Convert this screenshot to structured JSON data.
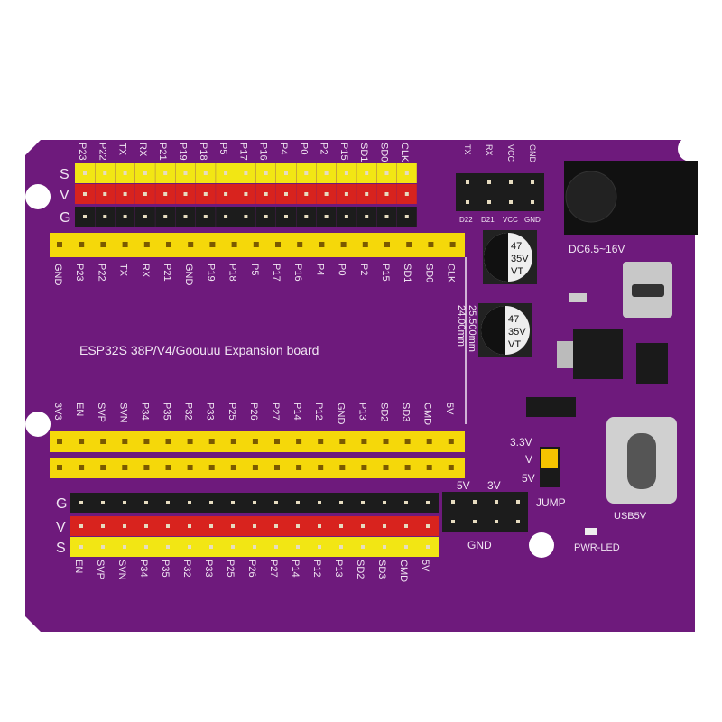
{
  "board": {
    "title": "ESP32S 38P/V4/Goouuu Expansion board",
    "dim_outer": "25.500mm",
    "dim_inner": "24.00mm",
    "dc_label": "DC6.5~16V",
    "usb_label": "USB5V",
    "pwr_led_label": "PWR-LED",
    "jump_label": "JUMP",
    "jump_options": [
      "3.3V",
      "V",
      "5V"
    ],
    "small_header_top": [
      "5V",
      "3V"
    ],
    "small_header_bottom": "GND",
    "uart_top": [
      "TX",
      "RX",
      "VCC",
      "GND"
    ],
    "uart_bottom": [
      "D22",
      "D21",
      "VCC",
      "GND"
    ],
    "cap_label": [
      "47",
      "35V",
      "VT"
    ],
    "row_letters_top": [
      "S",
      "V",
      "G"
    ],
    "row_letters_bottom": [
      "G",
      "V",
      "S"
    ]
  },
  "top_header": {
    "pins_upper": [
      "P23",
      "P22",
      "TX",
      "RX",
      "P21",
      "P19",
      "P18",
      "P5",
      "P17",
      "P16",
      "P4",
      "P0",
      "P2",
      "P15",
      "SD1",
      "SD0",
      "CLK"
    ],
    "pins_lower": [
      "GND",
      "P23",
      "P22",
      "TX",
      "RX",
      "P21",
      "GND",
      "P19",
      "P18",
      "P5",
      "P17",
      "P16",
      "P4",
      "P0",
      "P2",
      "P15",
      "SD1",
      "SD0",
      "CLK"
    ]
  },
  "bottom_header": {
    "pins_upper": [
      "3V3",
      "EN",
      "SVP",
      "SVN",
      "P34",
      "P35",
      "P32",
      "P33",
      "P25",
      "P26",
      "P27",
      "P14",
      "P12",
      "GND",
      "P13",
      "SD2",
      "SD3",
      "CMD",
      "5V"
    ],
    "pins_lower": [
      "EN",
      "SVP",
      "SVN",
      "P34",
      "P35",
      "P32",
      "P33",
      "P25",
      "P26",
      "P27",
      "P14",
      "P12",
      "P13",
      "SD2",
      "SD3",
      "CMD",
      "5V"
    ]
  },
  "colors": {
    "board": "#6e1a7c",
    "signal": "#f2e614",
    "power": "#d8231e",
    "ground": "#1c1c1c",
    "female": "#f5d80a"
  }
}
